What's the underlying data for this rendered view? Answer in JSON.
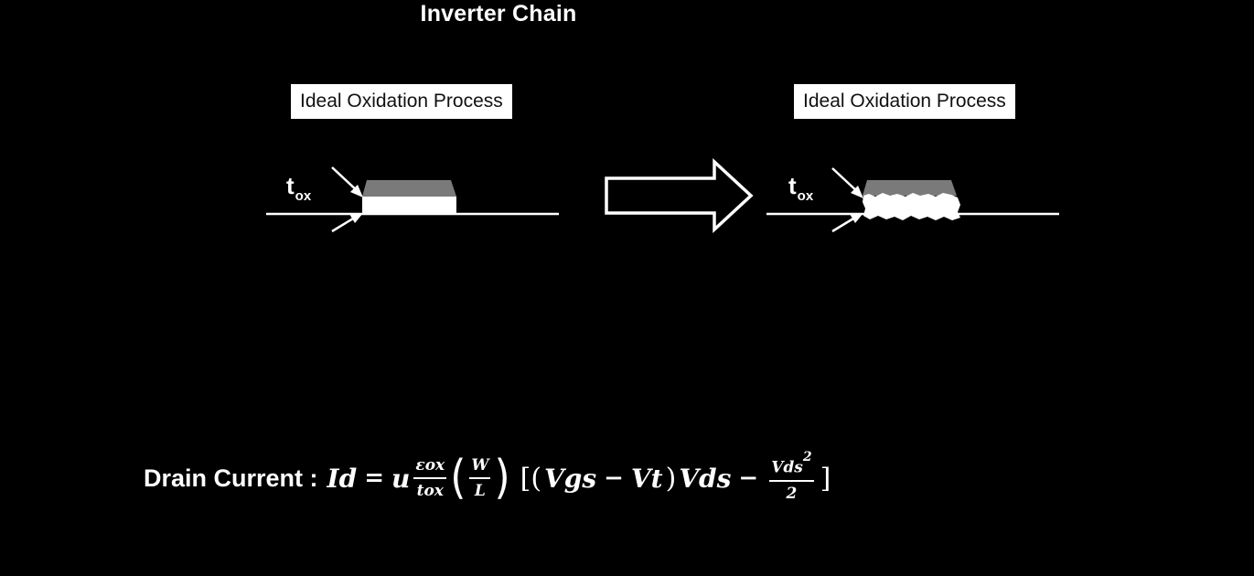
{
  "title": "Inverter Chain",
  "labels": {
    "left": "Ideal Oxidation Process",
    "right": "Ideal Oxidation Process"
  },
  "tox": {
    "left": {
      "main": "t",
      "sub": "ox"
    },
    "right": {
      "main": "t",
      "sub": "ox"
    }
  },
  "equation": {
    "label": "Drain Current :",
    "lhs": "Id",
    "equals": "=",
    "mobility": "u",
    "eps_num": "εox",
    "eps_den": "tox",
    "w": "W",
    "l": "L",
    "vgs": "Vgs",
    "minus1": "−",
    "vt": "Vt",
    "vds": "Vds",
    "minus2": "−",
    "vds2_base": "Vds",
    "vds2_exp": "2",
    "two": "2"
  },
  "colors": {
    "background": "#000000",
    "foreground": "#ffffff",
    "gate": "#7a7a7a",
    "oxide": "#ffffff"
  },
  "icons": {
    "arrow": "right-arrow-outline-icon"
  }
}
